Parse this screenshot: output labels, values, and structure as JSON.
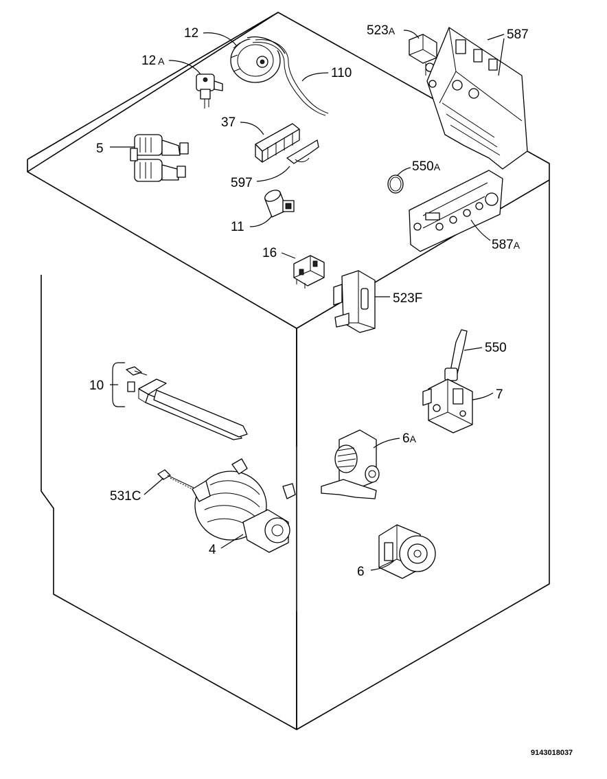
{
  "document_number": "9143018037",
  "parts": [
    {
      "id": "p12",
      "number": "12",
      "suffix": ""
    },
    {
      "id": "p12a",
      "number": "12",
      "suffix": "A"
    },
    {
      "id": "p110",
      "number": "110",
      "suffix": ""
    },
    {
      "id": "p523a",
      "number": "523",
      "suffix": "A"
    },
    {
      "id": "p587",
      "number": "587",
      "suffix": ""
    },
    {
      "id": "p37",
      "number": "37",
      "suffix": ""
    },
    {
      "id": "p5",
      "number": "5",
      "suffix": ""
    },
    {
      "id": "p597",
      "number": "597",
      "suffix": ""
    },
    {
      "id": "p550a",
      "number": "550",
      "suffix": "A"
    },
    {
      "id": "p11",
      "number": "11",
      "suffix": ""
    },
    {
      "id": "p587a",
      "number": "587",
      "suffix": "A"
    },
    {
      "id": "p16",
      "number": "16",
      "suffix": ""
    },
    {
      "id": "p523f",
      "number": "523F",
      "suffix": ""
    },
    {
      "id": "p550",
      "number": "550",
      "suffix": ""
    },
    {
      "id": "p10",
      "number": "10",
      "suffix": ""
    },
    {
      "id": "p7",
      "number": "7",
      "suffix": ""
    },
    {
      "id": "p6a",
      "number": "6",
      "suffix": "A"
    },
    {
      "id": "p531c",
      "number": "531C",
      "suffix": ""
    },
    {
      "id": "p4",
      "number": "4",
      "suffix": ""
    },
    {
      "id": "p6",
      "number": "6",
      "suffix": ""
    }
  ]
}
